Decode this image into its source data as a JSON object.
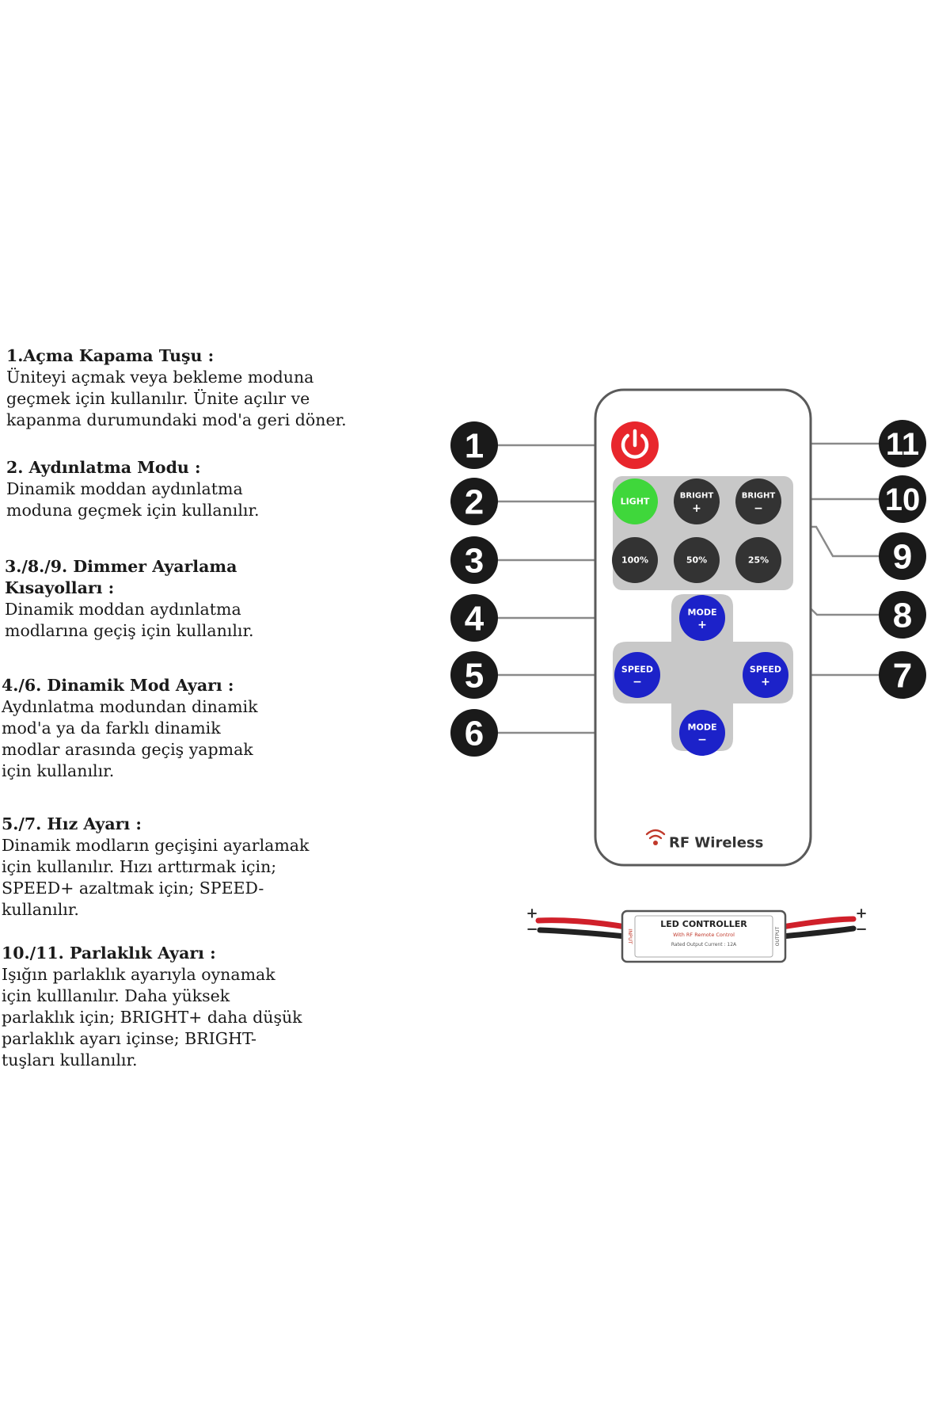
{
  "sections": [
    {
      "heading": "1.Açma Kapama Tuşu :",
      "body": "Üniteyi açmak veya bekleme moduna\ngeçmek için kullanılır. Ünite açılır ve\nkapanma durumundaki mod'a geri döner."
    },
    {
      "heading": "2. Aydınlatma Modu :",
      "body": "Dinamik moddan aydınlatma\nmoduna geçmek için kullanılır."
    },
    {
      "heading": "3./8./9. Dimmer Ayarlama\nKısayolları :",
      "body": "Dinamik moddan aydınlatma\nmodlarına geçiş için kullanılır."
    },
    {
      "heading": "4./6. Dinamik Mod Ayarı :",
      "body": "Aydınlatma modundan dinamik\nmod'a ya da farklı dinamik\nmodlar arasında geçiş yapmak\niçin kullanılır."
    },
    {
      "heading": "5./7. Hız Ayarı :",
      "body": "Dinamik modların geçişini ayarlamak\niçin kullanılır. Hızı arttırmak için;\nSPEED+ azaltmak için; SPEED-\nkullanılır."
    },
    {
      "heading": "10./11. Parlaklık Ayarı :",
      "body": "Işığın parlaklık ayarıyla oynamak\niçin kulllanılır. Daha yüksek\nparlaklık için; BRIGHT+ daha düşük\nparlaklık ayarı içinse; BRIGHT-\ntuşları kullanılır."
    }
  ],
  "remote": {
    "buttons": {
      "light": "LIGHT",
      "bright_plus": [
        "BRIGHT",
        "+"
      ],
      "bright_minus": [
        "BRIGHT",
        "−"
      ],
      "p100": "100%",
      "p50": "50%",
      "p25": "25%",
      "mode_plus": [
        "MODE",
        "+"
      ],
      "speed_minus": [
        "SPEED",
        "−"
      ],
      "speed_plus": [
        "SPEED",
        "+"
      ],
      "mode_minus": [
        "MODE",
        "−"
      ]
    },
    "rf_label": "RF Wireless"
  },
  "callouts": [
    "1",
    "2",
    "3",
    "4",
    "5",
    "6",
    "7",
    "8",
    "9",
    "10",
    "11"
  ],
  "controller": {
    "title": "LED CONTROLLER",
    "subtitle": "With RF Remote Control",
    "spec": "Rated Output Current : 12A",
    "left_tag": "INPUT",
    "right_tag": "OUTPUT",
    "plus": "+",
    "minus": "−"
  },
  "colors": {
    "power": "#e8262c",
    "light": "#3fd73b",
    "dark_button": "#333333",
    "blue_button": "#1c22c9",
    "panel": "#c8c8c8",
    "wire_red": "#d0202a"
  }
}
